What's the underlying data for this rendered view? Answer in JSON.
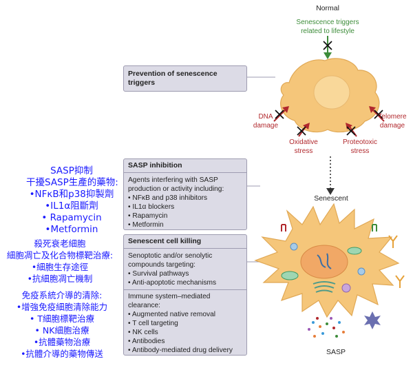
{
  "left_annotations": {
    "sasp": {
      "title": "SASP抑制",
      "subtitle": "干擾SASP生產的藥物:",
      "items": [
        "•NFκB和p38抑製劑",
        "•IL1α阻斷劑",
        "• Rapamycin",
        "•Metformin"
      ]
    },
    "killing": {
      "title": "殺死衰老細胞",
      "subtitle": "細胞凋亡及化合物標靶治療:",
      "items": [
        "•細胞生存途徑",
        "•抗細胞凋亡機制"
      ]
    },
    "immune": {
      "title": "免疫系統介導的清除:",
      "items": [
        "•增強免疫細胞清除能力",
        "• T細胞標靶治療",
        "• NK細胞治療",
        "•抗體藥物治療",
        "•抗體介導的藥物傳送"
      ]
    }
  },
  "boxes": {
    "prevention": {
      "title": "Prevention of senescence triggers"
    },
    "sasp_inhibition": {
      "title": "SASP inhibition",
      "intro_lines": [
        "Agents interfering with SASP",
        "production or activity including:"
      ],
      "items": [
        "• NFκB and p38 inhibitors",
        "• IL1α blockers",
        "• Rapamycin",
        "• Metformin"
      ]
    },
    "killing": {
      "title": "Senescent cell killing",
      "intro_lines": [
        "Senoptotic and/or senolytic",
        "compounds targeting:"
      ],
      "items": [
        "• Survival pathways",
        "• Anti-apoptotic mechanisms"
      ],
      "immune_lines": [
        "Immune system–mediated",
        "clearance:"
      ],
      "immune_items": [
        "• Augmented native removal",
        "• T cell targeting",
        "• NK cells",
        "• Antibodies",
        "• Antibody-mediated drug delivery"
      ]
    }
  },
  "diagram": {
    "normal_label": "Normal",
    "lifestyle_label_lines": [
      "Senescence triggers",
      "related to lifestyle"
    ],
    "dna_label_lines": [
      "DNA",
      "damage"
    ],
    "telomere_label_lines": [
      "Telomere",
      "damage"
    ],
    "oxidative_label_lines": [
      "Oxidative",
      "stress"
    ],
    "proteotoxic_label_lines": [
      "Proteotoxic",
      "stress"
    ],
    "senescent_label": "Senescent",
    "sasp_label": "SASP"
  },
  "colors": {
    "chinese_text": "#1a1aff",
    "box_fill": "#dcdbe6",
    "trigger_red": "#b1282d",
    "lifestyle_green": "#3d8c3a",
    "cell_fill": "#f5c67a"
  }
}
